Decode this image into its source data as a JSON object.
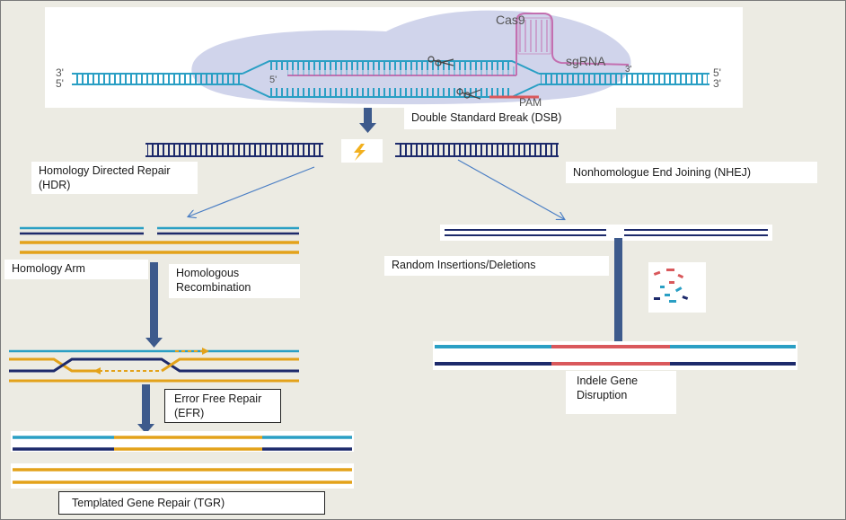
{
  "colors": {
    "background": "#ecebe3",
    "dna_blue": "#2a9fc4",
    "dna_navy": "#1d2a6b",
    "gold": "#e3a21a",
    "red": "#d9585b",
    "cas9_blob": "#c8cde7",
    "sgrna": "#c36fb0",
    "arrow_dark": "#3d5a8c",
    "arrow_thin": "#4a7ec4"
  },
  "labels": {
    "cas9": "Cas9",
    "sgrna": "sgRNA",
    "pam": "PAM",
    "strand_3_left": "3'",
    "strand_5_left": "5'",
    "strand_5_right": "5'",
    "strand_3_right": "3'",
    "inner_5": "5'",
    "inner_3": "3'",
    "dsb": "Double Standard Break (DSB)",
    "hdr": "Homology Directed Repair (HDR)",
    "nhej": "Nonhomologue End Joining (NHEJ)",
    "homology_arm": "Homology Arm",
    "homologous_recombination": "Homologous Recombination",
    "random_indels": "Random Insertions/Deletions",
    "efr": "Error Free Repair (EFR)",
    "indel_disruption": "Indele Gene Disruption",
    "tgr": "Templated Gene Repair (TGR)"
  },
  "icons": [
    "scissors-icon",
    "lightning-icon",
    "indel-fragments-icon"
  ]
}
